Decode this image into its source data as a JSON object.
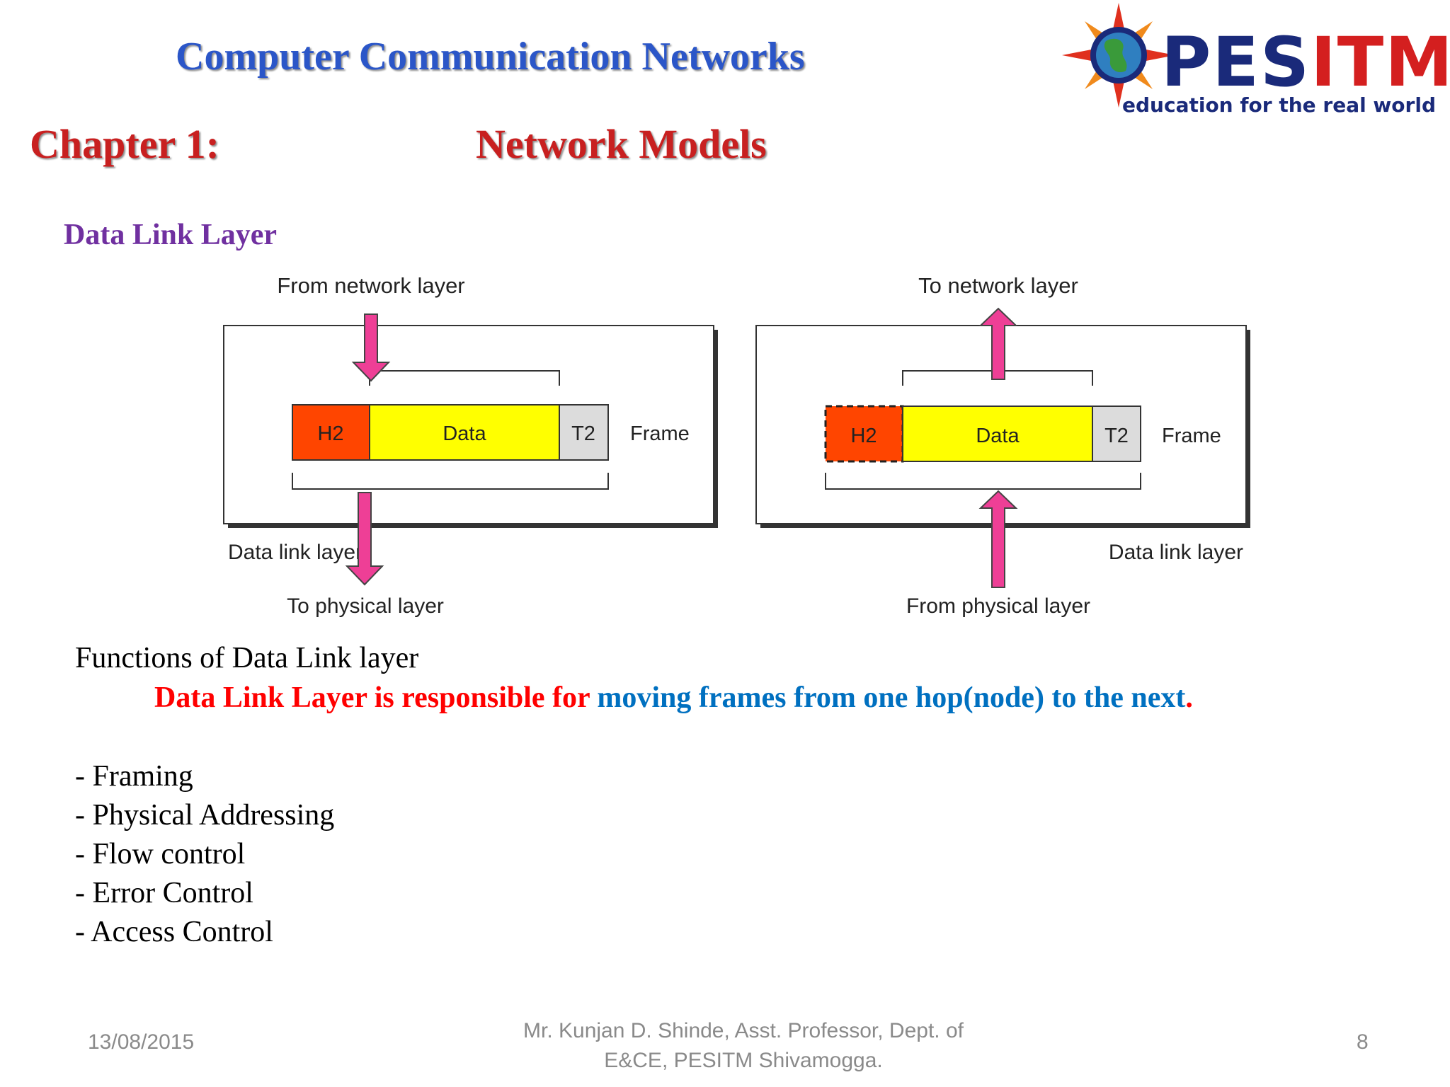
{
  "slide": {
    "course_title": "Computer Communication Networks",
    "chapter_label": "Chapter 1:",
    "chapter_title": "Network Models",
    "section_heading": "Data Link Layer"
  },
  "logo": {
    "wordmark_a": "PES",
    "wordmark_b": "ITM",
    "tagline": "education for the real world"
  },
  "diagram": {
    "sender": {
      "label_top": "From network layer",
      "label_bottom": "To physical layer",
      "layer_label": "Data link layer",
      "header": "H2",
      "data": "Data",
      "trailer": "T2",
      "frame_label": "Frame"
    },
    "receiver": {
      "label_top": "To network layer",
      "label_bottom": "From physical layer",
      "layer_label": "Data link layer",
      "header": "H2",
      "data": "Data",
      "trailer": "T2",
      "frame_label": "Frame"
    },
    "colors": {
      "header": "#ff4500",
      "data": "#ffff00",
      "trailer": "#dcdcdc",
      "arrow": "#ee3f96"
    }
  },
  "body": {
    "functions_heading": "Functions of Data Link layer",
    "responsibility_red": "Data Link Layer is responsible for",
    "responsibility_blue": "moving frames from one hop(node) to the next",
    "responsibility_end": ".",
    "functions": [
      "- Framing",
      "- Physical Addressing",
      "- Flow control",
      "- Error Control",
      "- Access Control"
    ]
  },
  "footer": {
    "date": "13/08/2015",
    "author_line1": "Mr. Kunjan D. Shinde, Asst. Professor, Dept. of",
    "author_line2": "E&CE, PESITM Shivamogga.",
    "page_number": "8"
  }
}
